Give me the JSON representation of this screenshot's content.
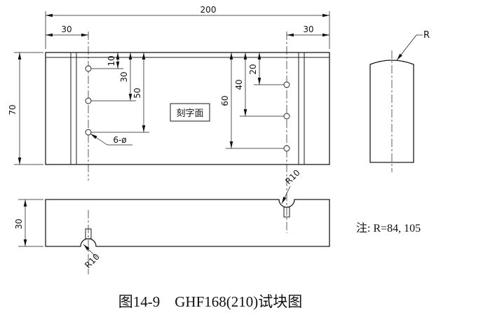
{
  "drawing": {
    "top_view": {
      "dim_total_width": "200",
      "dim_left_offset": "30",
      "dim_right_offset": "30",
      "dim_height": "70",
      "dim_left_hole_1": "10",
      "dim_left_hole_2": "30",
      "dim_left_hole_3": "50",
      "dim_right_hole_1": "20",
      "dim_right_hole_2": "40",
      "dim_right_hole_3": "60",
      "engraving_face_label": "刻字面",
      "holes_callout": "6-ø"
    },
    "side_view": {
      "radius_callout": "R"
    },
    "front_view": {
      "dim_height": "30",
      "notch_left_radius": "R10",
      "notch_right_radius": "R10"
    },
    "note_text": "注: R=84, 105",
    "caption_text": "图14-9　GHF168(210)试块图",
    "caption_color": "#1d39b5",
    "line_color": "#1a1a1a"
  }
}
